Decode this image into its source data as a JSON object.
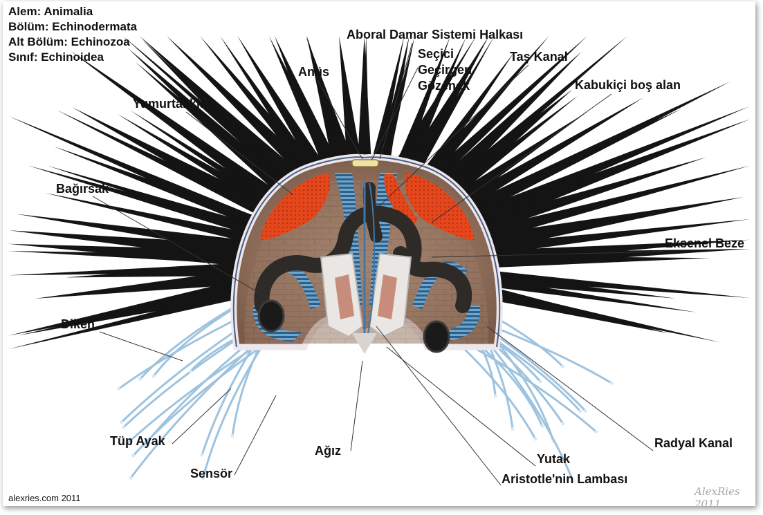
{
  "taxonomy": {
    "kingdom": "Alem: Animalia",
    "phylum": "Bölüm: Echinodermata",
    "subphylum": "Alt Bölüm: Echinozoa",
    "class": "Sınıf: Echinoidea"
  },
  "labels": {
    "aboral_ring": "Aboral Damar Sistemi Halkası",
    "madreporite_1": "Seçici",
    "madreporite_2": "Geçirgen",
    "madreporite_3": "Gözenek",
    "stone_canal": "Taş Kanal",
    "coelom": "Kabukiçi boş alan",
    "anus": "Anüs",
    "gonads": "Yumurtalıklar",
    "intestine": "Bağırsak",
    "axial_gland": "Eksenel Beze",
    "spine": "Diken",
    "tube_foot": "Tüp Ayak",
    "sensor": "Sensör",
    "mouth": "Ağız",
    "pharynx": "Yutak",
    "lantern": "Aristotle'nin Lambası",
    "radial_canal": "Radyal Kanal"
  },
  "credits": {
    "site": "alexries.com 2011",
    "signature": "AlexRies 2011"
  },
  "colors": {
    "spine": "#141414",
    "gonad": "#e0461c",
    "ampulla": "#4f86b0",
    "shell_interior": "#94735f",
    "test_wall": "#e8e2e6",
    "tube_foot": "#9ec3df"
  }
}
